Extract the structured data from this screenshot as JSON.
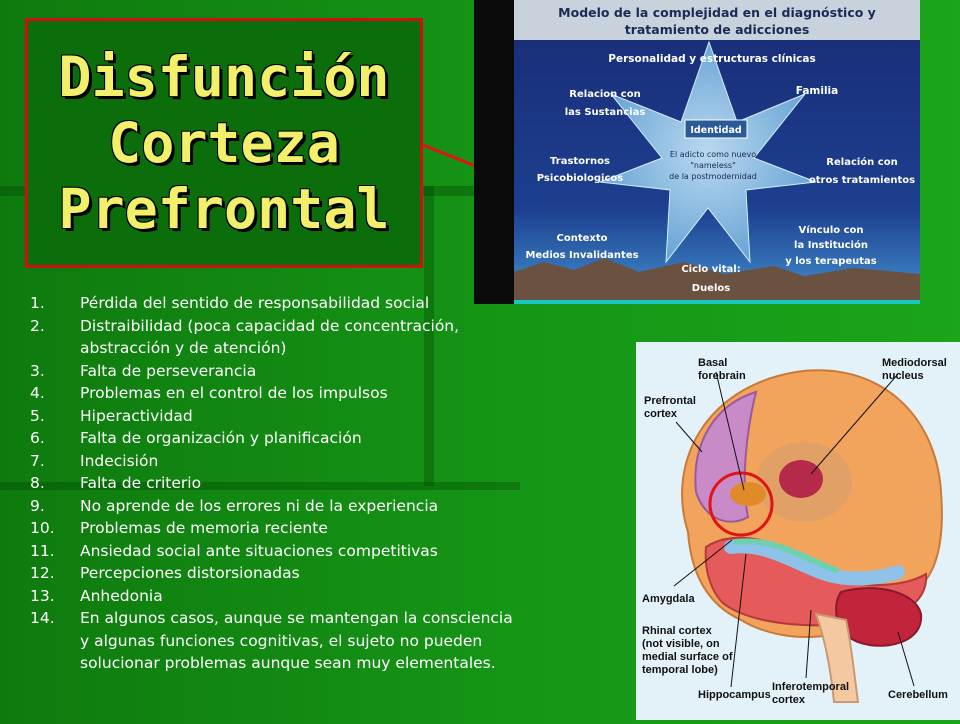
{
  "title": {
    "line1": "Disfunción",
    "line2": "Corteza",
    "line3": "Prefrontal"
  },
  "diagram": {
    "heading_line1": "Modelo de la complejidad en el diagnóstico y",
    "heading_line2": "tratamiento de adicciones",
    "top": "Personalidad y estructuras clínicas",
    "left_top_1": "Relacion con",
    "left_top_2": "las Sustancias",
    "family": "Familia",
    "left_mid_1": "Trastornos",
    "left_mid_2": "Psicobiologicos",
    "identity": "Identidad",
    "center_1": "El adicto como nuevo",
    "center_2": "\"nameless\"",
    "center_3": "de la postmodernidad",
    "right_mid_1": "Relación con",
    "right_mid_2": "otros tratamientos",
    "context_1": "Contexto",
    "context_2": "Medios Invalidantes",
    "right_bot_1": "Vínculo con",
    "right_bot_2": "la Institución",
    "right_bot_3": "y los terapeutas",
    "bottom_1": "Ciclo vital:",
    "bottom_2": "Duelos"
  },
  "symptoms": [
    {
      "n": "1.",
      "text": "Pérdida del sentido de responsabilidad social"
    },
    {
      "n": "2.",
      "text": "Distraibilidad (poca capacidad de concentración, abstracción y de atención)"
    },
    {
      "n": "3.",
      "text": "Falta de perseverancia"
    },
    {
      "n": "4.",
      "text": "Problemas en el control de los impulsos"
    },
    {
      "n": "5.",
      "text": "Hiperactividad"
    },
    {
      "n": "6.",
      "text": "Falta de organización y planificación"
    },
    {
      "n": "7.",
      "text": "Indecisión"
    },
    {
      "n": "8.",
      "text": "Falta de criterio"
    },
    {
      "n": "9.",
      "text": "No aprende de los errores ni de la experiencia"
    },
    {
      "n": "10.",
      "text": "Problemas de memoria reciente"
    },
    {
      "n": "11.",
      "text": "Ansiedad social ante situaciones competitivas"
    },
    {
      "n": "12.",
      "text": "Percepciones distorsionadas"
    },
    {
      "n": "13.",
      "text": "Anhedonia"
    },
    {
      "n": "14.",
      "text": "En algunos casos, aunque se mantengan la consciencia y algunas funciones cognitivas, el sujeto no pueden solucionar problemas aunque sean muy elementales."
    }
  ],
  "brain": {
    "basal_1": "Basal",
    "basal_2": "forebrain",
    "mediodorsal_1": "Mediodorsal",
    "mediodorsal_2": "nucleus",
    "prefrontal_1": "Prefrontal",
    "prefrontal_2": "cortex",
    "amygdala": "Amygdala",
    "rhinal_1": "Rhinal cortex",
    "rhinal_2": "(not visible, on",
    "rhinal_3": "medial surface of",
    "rhinal_4": "temporal lobe)",
    "hippocampus": "Hippocampus",
    "infero_1": "Inferotemporal",
    "infero_2": "cortex",
    "cerebellum": "Cerebellum"
  },
  "colors": {
    "background": "#169616",
    "title_text": "#f2ef6a",
    "accent_red": "#d01010",
    "list_text": "#ffffff"
  }
}
